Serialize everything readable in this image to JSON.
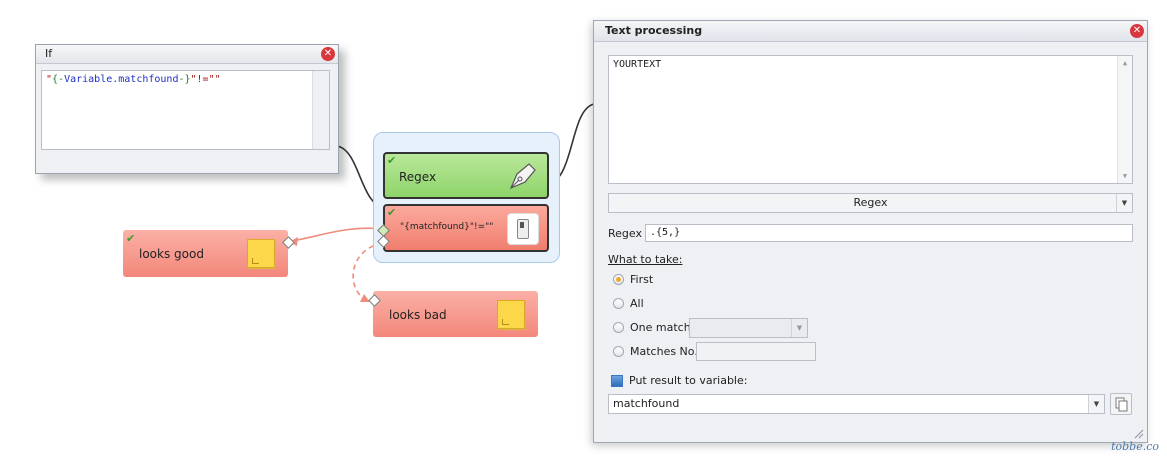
{
  "if_window": {
    "title": "If",
    "close_glyph": "✕",
    "expression": {
      "q1": "\"",
      "open": "{-",
      "var": "Variable.matchfound",
      "close": "-}",
      "rest": "\"!=\"\""
    }
  },
  "nodes": {
    "regex": {
      "label": "Regex",
      "icon": "pen-icon",
      "status": "checked"
    },
    "if": {
      "label": "\"{matchfound}\"!=\"\"",
      "icon": "switch-icon",
      "status": "checked"
    },
    "good": {
      "label": "looks good",
      "icon": "sticky-note-icon",
      "status": "checked"
    },
    "bad": {
      "label": "looks bad",
      "icon": "sticky-note-icon"
    }
  },
  "text_processing": {
    "title": "Text processing",
    "close_glyph": "✕",
    "input_text": "YOURTEXT",
    "action_value": "Regex",
    "regex_label": "Regex",
    "regex_value": ".{5,}",
    "what_to_take_label": "What to take:",
    "options": [
      "First",
      "All",
      "One match",
      "Matches No."
    ],
    "selected_option": "First",
    "put_result_label": "Put result to variable:",
    "put_result_checked": true,
    "variable_value": "matchfound"
  },
  "watermark": "tobbe.co",
  "colors": {
    "node_green": "#8fd46a",
    "node_red": "#f07e6e",
    "link_red": "#f08c7c",
    "group_bg": "#e6f1fc",
    "close_red": "#d9363e"
  }
}
